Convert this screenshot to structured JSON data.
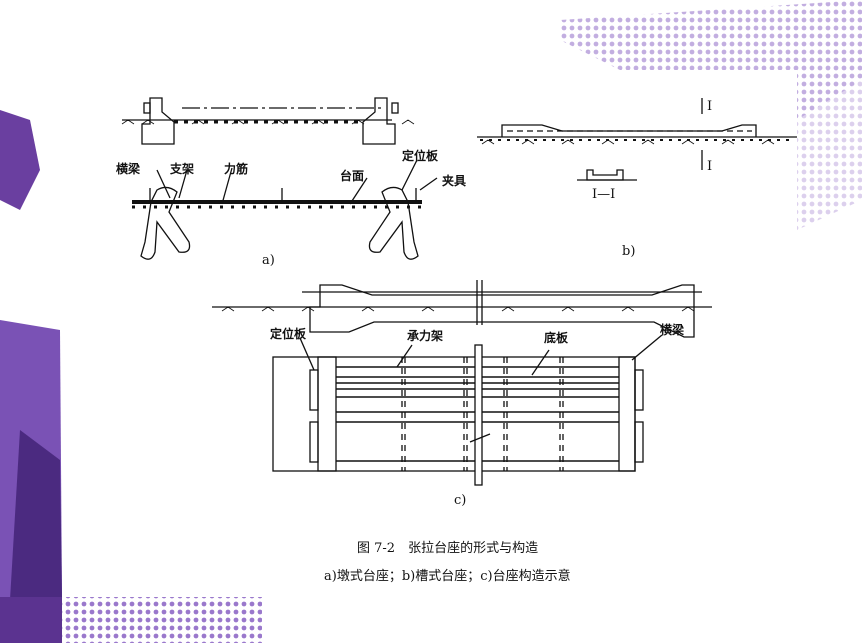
{
  "colors": {
    "decoration_purple": "#8a5fc4",
    "decoration_light": "#d9c9f0",
    "ink": "#111111"
  },
  "figure": {
    "panel_a": {
      "label": "a)",
      "callouts": {
        "crossbeam": "横梁",
        "support": "支架",
        "tendon": "力筋",
        "bed_surface": "台面",
        "positioning_plate": "定位板",
        "clamp": "夹具"
      }
    },
    "panel_b": {
      "label": "b)",
      "section_mark": "I",
      "section_label": "I—I"
    },
    "panel_c": {
      "label": "c)",
      "callouts": {
        "positioning_plate": "定位板",
        "bearing_frame": "承力架",
        "base_plate": "底板",
        "crossbeam": "横梁"
      }
    },
    "caption": {
      "title": "图 7-2　张拉台座的形式与构造",
      "subtitle": "a)墩式台座；b)槽式台座；c)台座构造示意"
    }
  }
}
